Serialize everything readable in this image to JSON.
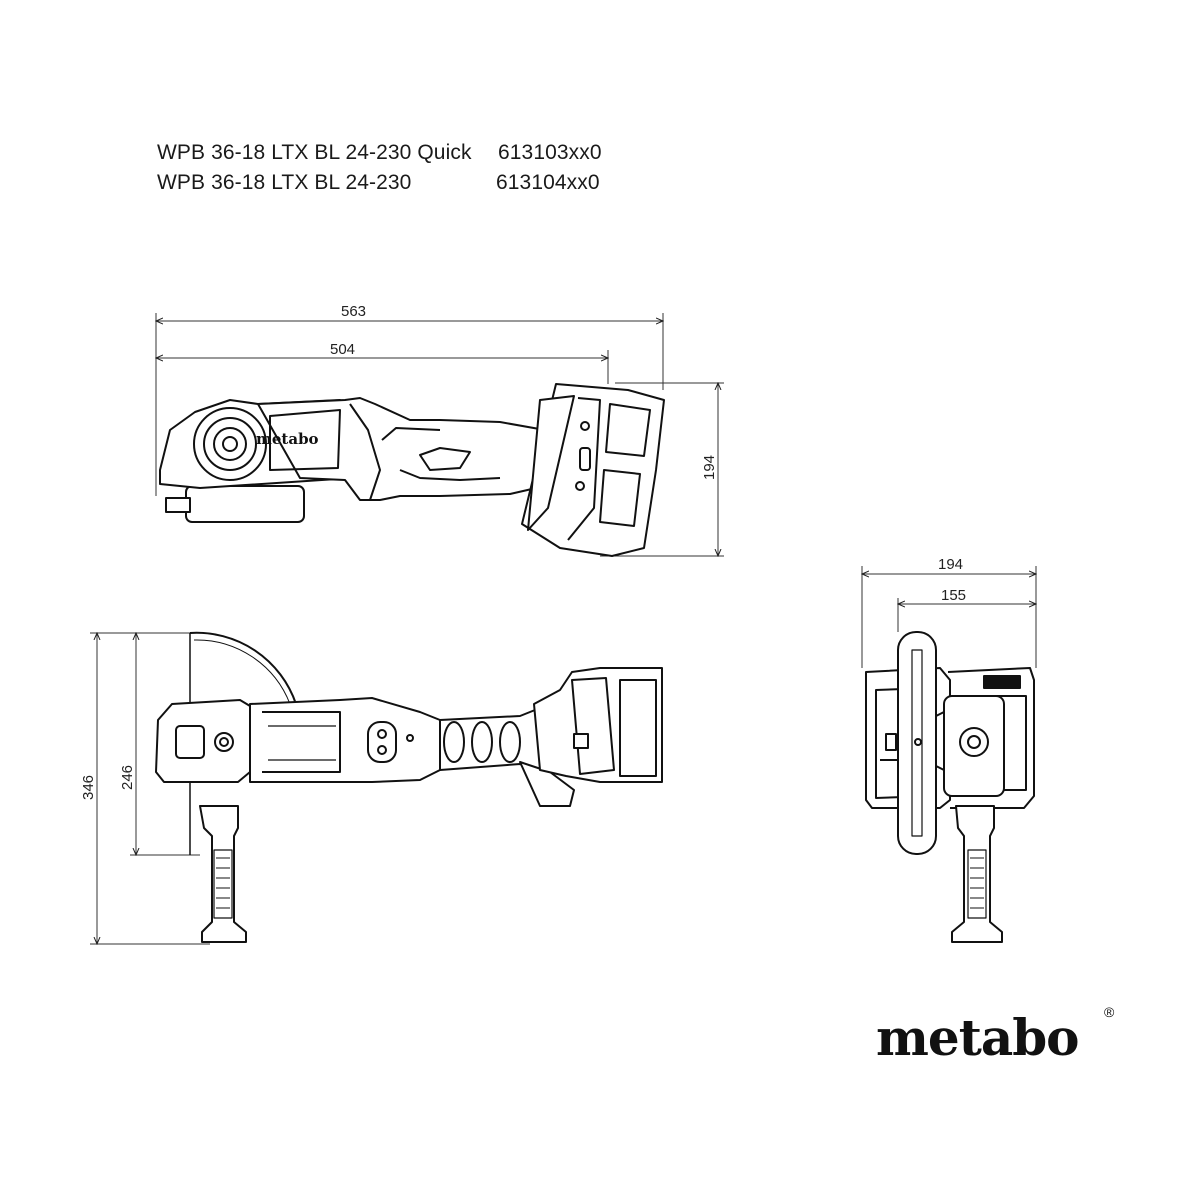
{
  "models": [
    {
      "name": "WPB 36-18 LTX BL 24-230 Quick",
      "number": "613103xx0"
    },
    {
      "name": "WPB 36-18 LTX BL 24-230",
      "number": "613104xx0"
    }
  ],
  "dimensions": {
    "top_view_length_total": "563",
    "top_view_length_body": "504",
    "top_view_height": "194",
    "side_view_height_total": "346",
    "side_view_height_body": "246",
    "front_view_width_total": "194",
    "front_view_width_body": "155"
  },
  "tool_logo_text": "metabo",
  "brand": {
    "name": "metabo",
    "registered_mark": "®"
  }
}
